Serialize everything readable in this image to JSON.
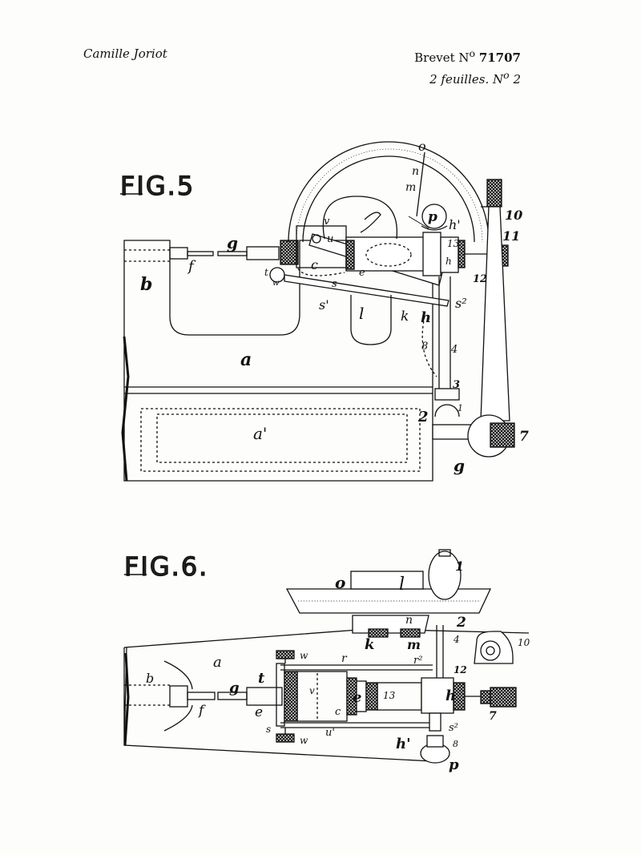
{
  "header": {
    "inventor": "Camille Joriot",
    "patent_label": "Brevet N",
    "patent_sup": "o",
    "patent_number": "71707",
    "sheets_text": "2 feuilles. N",
    "sheets_sup": "o",
    "sheet_number": "2"
  },
  "fig5": {
    "title": "FIG.5",
    "labels": {
      "o": "o",
      "n": "n",
      "m": "m",
      "p": "p",
      "h1": "h'",
      "ten": "10",
      "eleven": "11",
      "twelve": "12",
      "thirteen": "13",
      "v": "v",
      "u": "u",
      "g": "g",
      "f": "f",
      "b": "b",
      "c": "c",
      "e": "e",
      "t": "t",
      "w": "w",
      "s": "s",
      "s1": "s'",
      "s2": "s²",
      "l": "l",
      "k": "k",
      "h": "h",
      "h_small": "h",
      "eight": "8",
      "four": "4",
      "a": "a",
      "three": "3",
      "one": "1",
      "two": "2",
      "a1": "a'",
      "seven": "7",
      "g2": "g"
    }
  },
  "fig6": {
    "title": "FIG.6.",
    "labels": {
      "one": "1",
      "o": "o",
      "l": "l",
      "n": "n",
      "two": "2",
      "k": "k",
      "m": "m",
      "four": "4",
      "ten": "10",
      "a": "a",
      "w1": "w",
      "r": "r",
      "r2": "r²",
      "twelve": "12",
      "b": "b",
      "g": "g",
      "t": "t",
      "v": "v",
      "e": "e",
      "c": "c",
      "thirteen": "13",
      "h": "h",
      "seven": "7",
      "f": "f",
      "e2": "e",
      "s": "s",
      "w2": "w",
      "u1": "u'",
      "h1": "h'",
      "s2": "s²",
      "eight": "8",
      "p": "p"
    }
  }
}
